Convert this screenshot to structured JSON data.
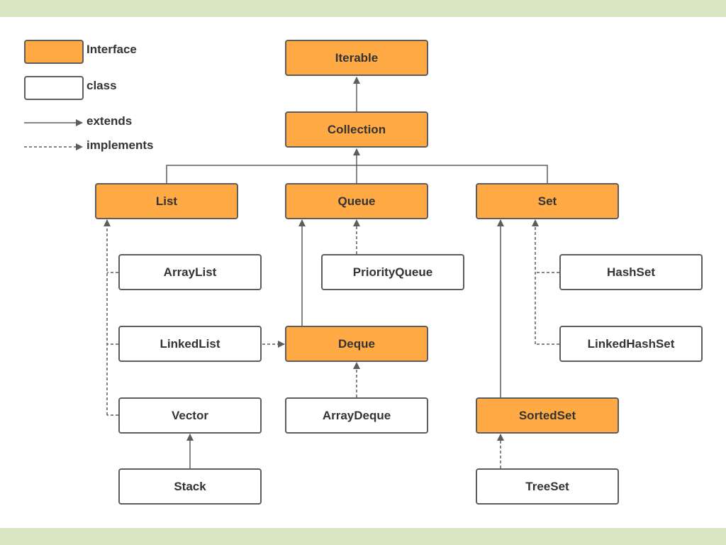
{
  "colors": {
    "interface_fill": "#ffaa44",
    "class_fill": "#ffffff",
    "band": "#dbe6c4",
    "border": "#5d5d5d",
    "line": "#5d5d5d"
  },
  "legend": {
    "interface": "Interface",
    "class": "class",
    "extends": "extends",
    "implements": "implements"
  },
  "nodes": {
    "iterable": {
      "label": "Iterable",
      "kind": "interface"
    },
    "collection": {
      "label": "Collection",
      "kind": "interface"
    },
    "list": {
      "label": "List",
      "kind": "interface"
    },
    "queue": {
      "label": "Queue",
      "kind": "interface"
    },
    "set": {
      "label": "Set",
      "kind": "interface"
    },
    "arraylist": {
      "label": "ArrayList",
      "kind": "class"
    },
    "priorityqueue": {
      "label": "PriorityQueue",
      "kind": "class"
    },
    "hashset": {
      "label": "HashSet",
      "kind": "class"
    },
    "linkedlist": {
      "label": "LinkedList",
      "kind": "class"
    },
    "deque": {
      "label": "Deque",
      "kind": "interface"
    },
    "linkedhashset": {
      "label": "LinkedHashSet",
      "kind": "class"
    },
    "vector": {
      "label": "Vector",
      "kind": "class"
    },
    "arraydeque": {
      "label": "ArrayDeque",
      "kind": "class"
    },
    "sortedset": {
      "label": "SortedSet",
      "kind": "interface"
    },
    "stack": {
      "label": "Stack",
      "kind": "class"
    },
    "treeset": {
      "label": "TreeSet",
      "kind": "class"
    }
  },
  "relations": [
    {
      "from": "collection",
      "to": "iterable",
      "type": "extends"
    },
    {
      "from": "list",
      "to": "collection",
      "type": "extends"
    },
    {
      "from": "queue",
      "to": "collection",
      "type": "extends"
    },
    {
      "from": "set",
      "to": "collection",
      "type": "extends"
    },
    {
      "from": "arraylist",
      "to": "list",
      "type": "implements"
    },
    {
      "from": "linkedlist",
      "to": "list",
      "type": "implements"
    },
    {
      "from": "vector",
      "to": "list",
      "type": "implements"
    },
    {
      "from": "linkedlist",
      "to": "deque",
      "type": "implements"
    },
    {
      "from": "priorityqueue",
      "to": "queue",
      "type": "implements"
    },
    {
      "from": "deque",
      "to": "queue",
      "type": "extends"
    },
    {
      "from": "arraydeque",
      "to": "deque",
      "type": "implements"
    },
    {
      "from": "stack",
      "to": "vector",
      "type": "extends"
    },
    {
      "from": "hashset",
      "to": "set",
      "type": "implements"
    },
    {
      "from": "linkedhashset",
      "to": "set",
      "type": "implements"
    },
    {
      "from": "sortedset",
      "to": "set",
      "type": "extends"
    },
    {
      "from": "treeset",
      "to": "sortedset",
      "type": "implements"
    }
  ]
}
